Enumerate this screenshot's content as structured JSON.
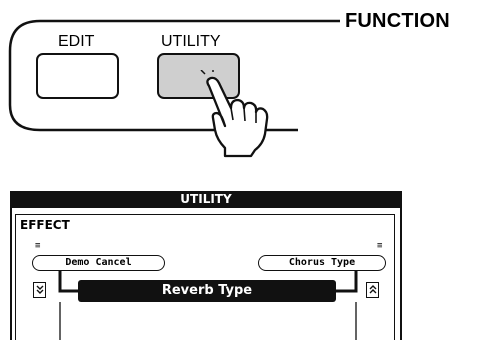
{
  "panel": {
    "title": "FUNCTION",
    "buttons": [
      {
        "label": "EDIT",
        "pressed": false
      },
      {
        "label": "UTILITY",
        "pressed": true
      }
    ]
  },
  "screen": {
    "header": "UTILITY",
    "section": "EFFECT",
    "menu_left": "Demo Cancel",
    "menu_right": "Chorus Type",
    "selected_item": "Reverb Type",
    "scroll_down_icon": "double-arrow-down-icon",
    "scroll_up_icon": "double-arrow-up-icon"
  },
  "colors": {
    "pressed_button": "#cfcfcf",
    "lcd_dark": "#111111",
    "lcd_light": "#ffffff"
  }
}
